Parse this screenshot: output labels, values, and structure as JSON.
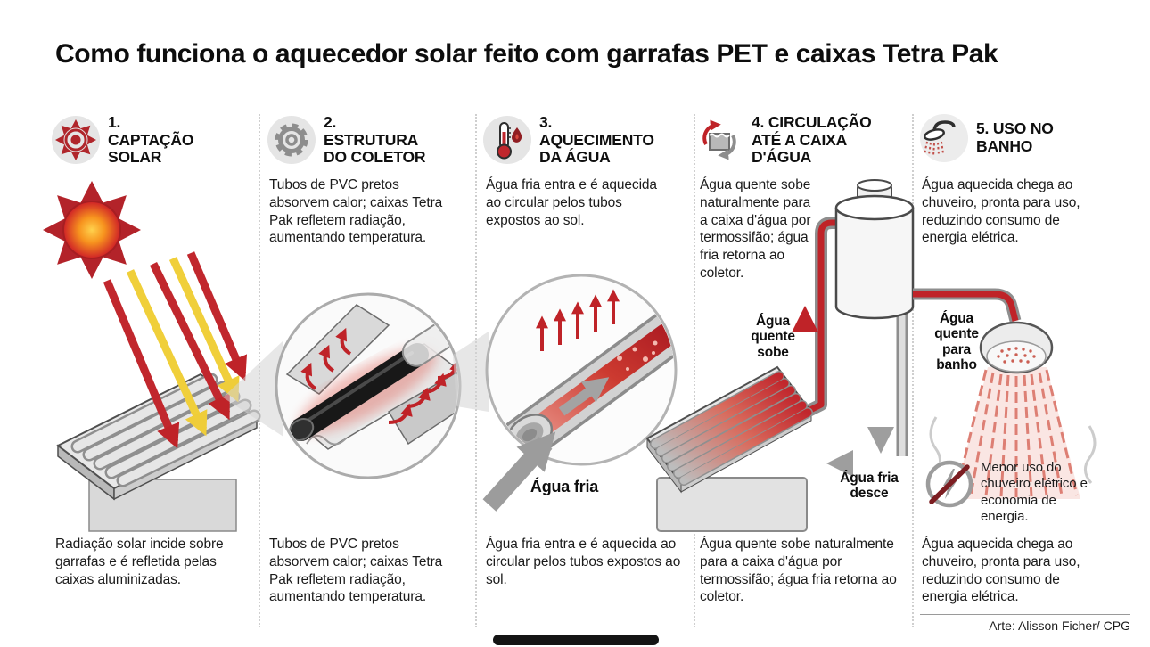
{
  "title": "Como funciona o aquecedor solar feito com garrafas PET e caixas Tetra Pak",
  "credit": "Arte: Alisson Ficher/ CPG",
  "colors": {
    "red": "#bf2328",
    "dark_red": "#8c1d22",
    "orange": "#f7931e",
    "yellow": "#f0cf3a",
    "gray_light": "#e5e5e5",
    "gray_mid": "#9e9e9e",
    "text": "#1b1b1b"
  },
  "steps": [
    {
      "title": "1. CAPTAÇÃO SOLAR",
      "icon": "sun-icon",
      "bottom_text": "Radiação solar incide sobre garrafas e é refletida pelas caixas aluminizadas."
    },
    {
      "title": "2. ESTRUTURA DO COLETOR",
      "icon": "gear-icon",
      "top_text": "Tubos de PVC pretos absorvem calor; caixas Tetra Pak refletem radiação, aumentando temperatura.",
      "bottom_text": "Tubos de PVC pretos absorvem calor; caixas Tetra Pak refletem radiação, aumentando temperatura."
    },
    {
      "title": "3. AQUECIMENTO DA ÁGUA",
      "icon": "thermometer-icon",
      "top_text": "Água fria entra e é aquecida ao circular pelos tubos expostos ao sol.",
      "bottom_text": "Água fria entra e é aquecida ao circular pelos tubos expostos ao sol.",
      "label_cold_in": "Água fria"
    },
    {
      "title": "4. CIRCULAÇÃO ATÉ A CAIXA D'ÁGUA",
      "icon": "circulation-icon",
      "top_text": "Água quente sobe naturalmente para a caixa d'água por termossifão; água fria retorna ao coletor.",
      "bottom_text": "Água quente sobe naturalmente para a caixa d'água por termossifão; água fria retorna ao coletor.",
      "label_hot_rise": "Água quente sobe",
      "label_cold_down": "Água fria desce"
    },
    {
      "title": "5. USO NO BANHO",
      "icon": "shower-icon",
      "top_text": "Água aquecida chega ao chuveiro, pronta para uso, reduzindo consumo de energia elétrica.",
      "bottom_text": "Água aquecida chega ao chuveiro, pronta para uso, reduzindo consumo de energia elétrica.",
      "label_hot_pipe": "Água quente para banho",
      "energy_note": "Menor uso do chuveiro elétrico e economia de energia."
    }
  ]
}
